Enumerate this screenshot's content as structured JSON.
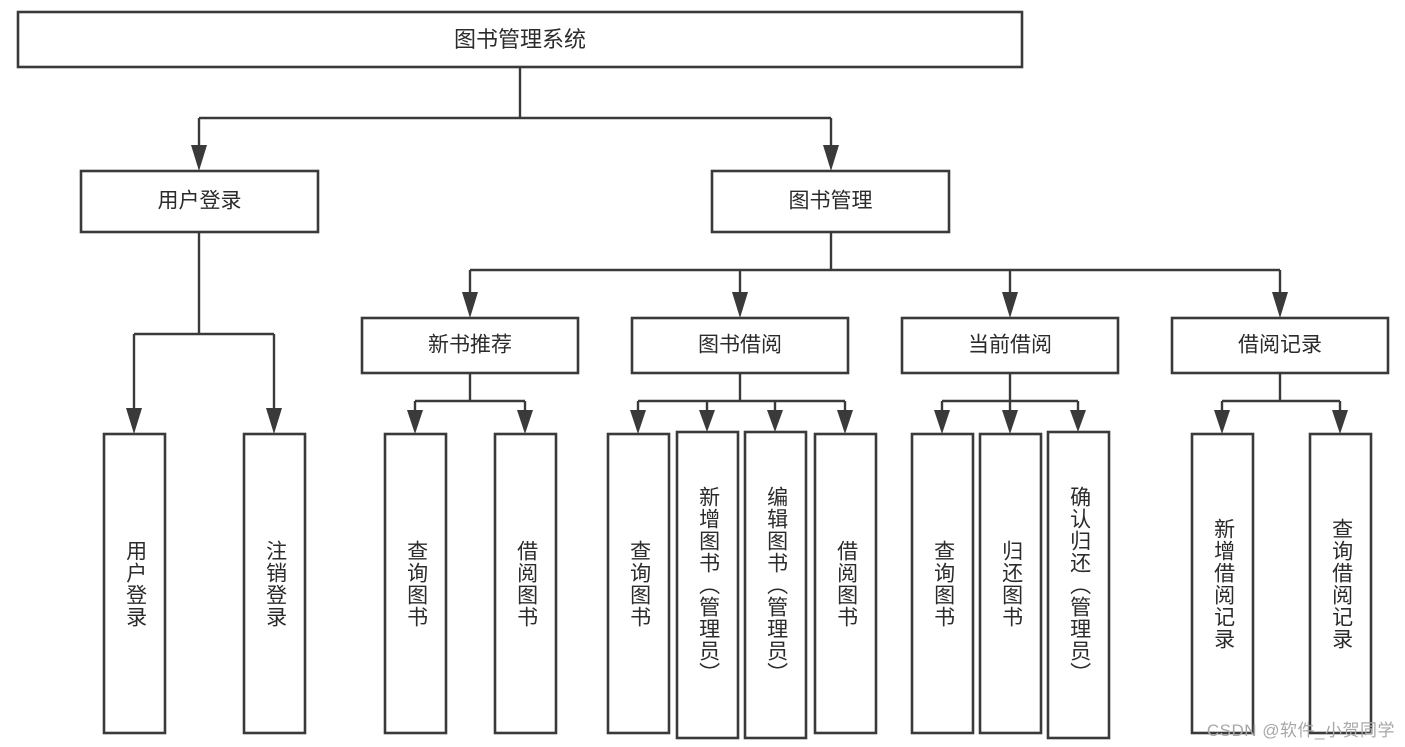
{
  "diagram": {
    "title": "图书管理系统",
    "type": "hierarchy-tree",
    "orientation": "top-down",
    "colors": {
      "stroke": "#3a3a3a",
      "fill": "#ffffff",
      "text": "#2b2b2b",
      "watermark": "#a8a8a8",
      "background": "#ffffff"
    },
    "root": {
      "label": "图书管理系统"
    },
    "level2": [
      {
        "label": "用户登录"
      },
      {
        "label": "图书管理"
      }
    ],
    "level3": [
      {
        "label": "新书推荐"
      },
      {
        "label": "图书借阅"
      },
      {
        "label": "当前借阅"
      },
      {
        "label": "借阅记录"
      }
    ],
    "leaves": {
      "user_login": [
        {
          "label": "用户登录"
        },
        {
          "label": "注销登录"
        }
      ],
      "new_book_recommend": [
        {
          "label": "查询图书"
        },
        {
          "label": "借阅图书"
        }
      ],
      "book_borrow": [
        {
          "label": "查询图书"
        },
        {
          "label": "新增图书（管理员）"
        },
        {
          "label": "编辑图书（管理员）"
        },
        {
          "label": "借阅图书"
        }
      ],
      "current_borrow": [
        {
          "label": "查询图书"
        },
        {
          "label": "归还图书"
        },
        {
          "label": "确认归还（管理员）"
        }
      ],
      "borrow_record": [
        {
          "label": "新增借阅记录"
        },
        {
          "label": "查询借阅记录"
        }
      ]
    }
  },
  "watermark": {
    "text": "CSDN @软件_小贺同学"
  }
}
